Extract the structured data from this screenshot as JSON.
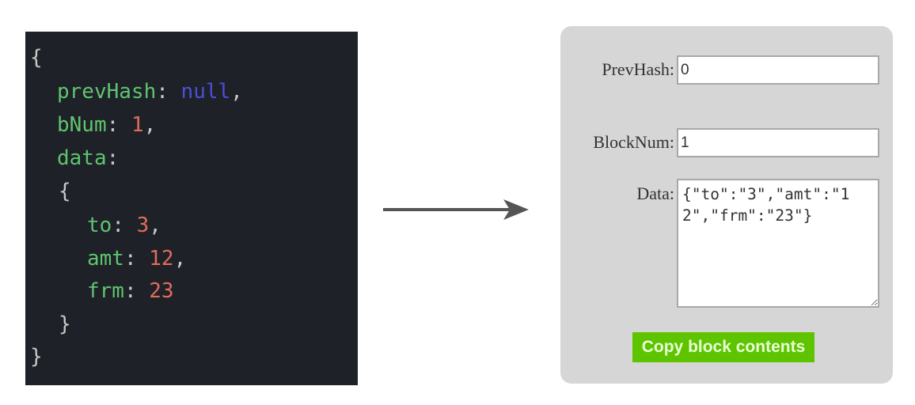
{
  "code": {
    "open_brace": "{",
    "prevHash_key": "prevHash",
    "prevHash_val": "null",
    "bNum_key": "bNum",
    "bNum_val": "1",
    "data_key": "data",
    "inner_open": "{",
    "to_key": "to",
    "to_val": "3",
    "amt_key": "amt",
    "amt_val": "12",
    "frm_key": "frm",
    "frm_val": "23",
    "inner_close": "}",
    "close_brace": "}"
  },
  "form": {
    "prevhash_label": "PrevHash:",
    "prevhash_value": "0",
    "blocknum_label": "BlockNum:",
    "blocknum_value": "1",
    "data_label": "Data:",
    "data_value": "{\"to\":\"3\",\"amt\":\"12\",\"frm\":\"23\"}",
    "copy_button": "Copy block contents"
  },
  "colors": {
    "key": "#5fc46f",
    "number": "#e06c5c",
    "null": "#4b4fd6",
    "button": "#5ec400"
  }
}
